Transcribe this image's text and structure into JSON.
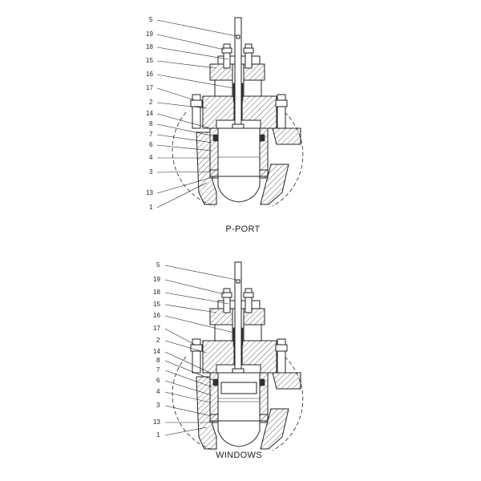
{
  "diagrams": [
    {
      "caption": "P-PORT",
      "callouts": [
        "5",
        "19",
        "18",
        "15",
        "16",
        "17",
        "2",
        "14",
        "8",
        "7",
        "6",
        "4",
        "3",
        "13",
        "1"
      ]
    },
    {
      "caption": "WINDOWS",
      "callouts": [
        "5",
        "19",
        "18",
        "15",
        "16",
        "17",
        "2",
        "14",
        "8",
        "7",
        "6",
        "4",
        "3",
        "13",
        "1"
      ]
    }
  ],
  "colors": {
    "line": "#222222",
    "background": "#ffffff"
  }
}
